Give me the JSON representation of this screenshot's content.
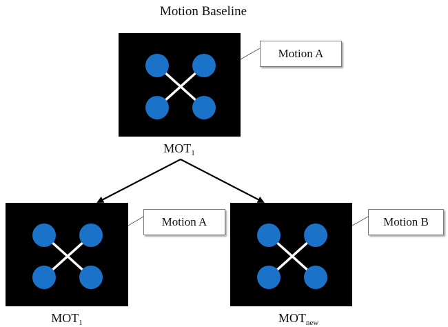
{
  "title": "Motion Baseline",
  "colors": {
    "panel_bg": "#000000",
    "drone_rotor": "#1a73c9",
    "drone_arm": "#ffffff"
  },
  "top": {
    "callout": "Motion A",
    "caption_main": "MOT",
    "caption_sub": "1"
  },
  "bottom_left": {
    "callout": "Motion A",
    "caption_main": "MOT",
    "caption_sub": "1"
  },
  "bottom_right": {
    "callout": "Motion B",
    "caption_main": "MOT",
    "caption_sub": "new"
  }
}
